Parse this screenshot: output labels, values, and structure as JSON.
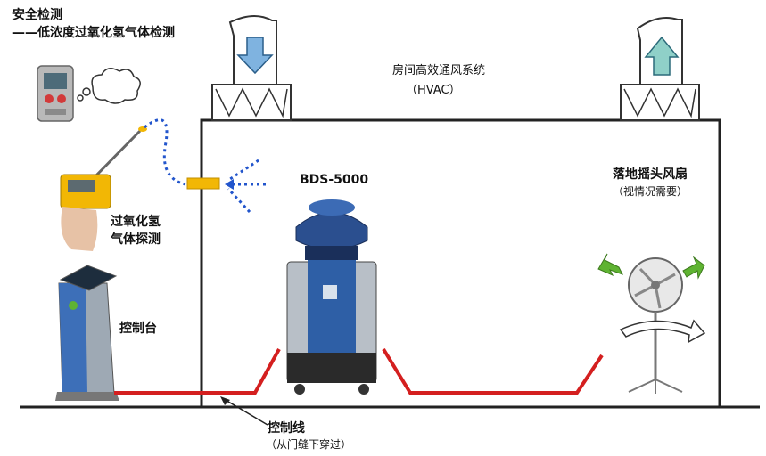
{
  "title_main": "安全检测",
  "title_sub": "——低浓度过氧化氢气体检测",
  "hvac_label": "房间高效通风系统",
  "hvac_abbr": "（HVAC）",
  "device_label": "BDS-5000",
  "probe_label_1": "过氧化氢",
  "probe_label_2": "气体探测",
  "console_label": "控制台",
  "fan_label": "落地摇头风扇",
  "fan_note": "（视情况需要）",
  "cable_label": "控制线",
  "cable_note": "（从门缝下穿过）",
  "colors": {
    "cable": "#d41f1f",
    "airflow_in": "#2255cc",
    "arrow_down": "#7fb3e0",
    "arrow_up": "#8fd0c8",
    "fan_arrow": "#5fb332",
    "sensor": "#f2b705"
  }
}
